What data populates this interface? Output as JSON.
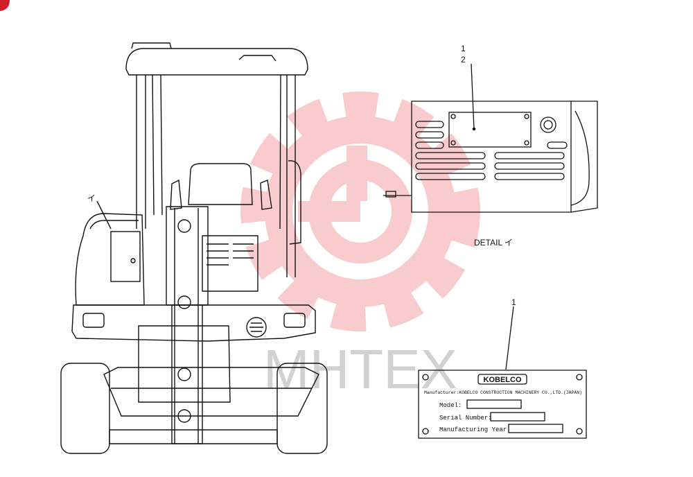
{
  "drawing": {
    "detail_marker": "イ",
    "detail_label": "DETAIL イ",
    "callout_1_top": "1",
    "callout_2_top": "2",
    "callout_1_plate": "1"
  },
  "nameplate": {
    "brand": "KOBELCO",
    "manufacturer": "Manufacturer:KOBELCO CONSTRUCTION MACHINERY CO.,LTD.(JAPAN)",
    "model_label": "Model:",
    "serial_label": "Serial Number:",
    "year_label": "Manufacturing Year:"
  },
  "watermark": {
    "text": "MHTEX",
    "logo_color": "#e8474f"
  },
  "colors": {
    "line": "#111111",
    "corner_mark": "#d0202a"
  }
}
